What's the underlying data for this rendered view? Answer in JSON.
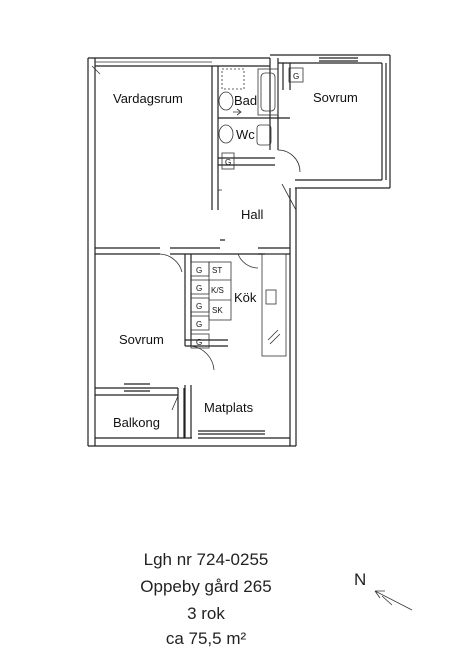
{
  "rooms": {
    "vardagsrum": "Vardagsrum",
    "bad": "Bad",
    "wc": "Wc",
    "sovrum_1": "Sovrum",
    "hall": "Hall",
    "kok": "Kök",
    "sovrum_2": "Sovrum",
    "matplats": "Matplats",
    "balkong": "Balkong"
  },
  "fixtures": {
    "g": "G",
    "st": "ST",
    "ks": "K/S",
    "sk": "SK"
  },
  "info": {
    "lgh": "Lgh nr 724-0255",
    "address": "Oppeby gård 265",
    "rooms": "3 rok",
    "area": "ca 75,5 m²"
  },
  "compass": {
    "label": "N"
  }
}
